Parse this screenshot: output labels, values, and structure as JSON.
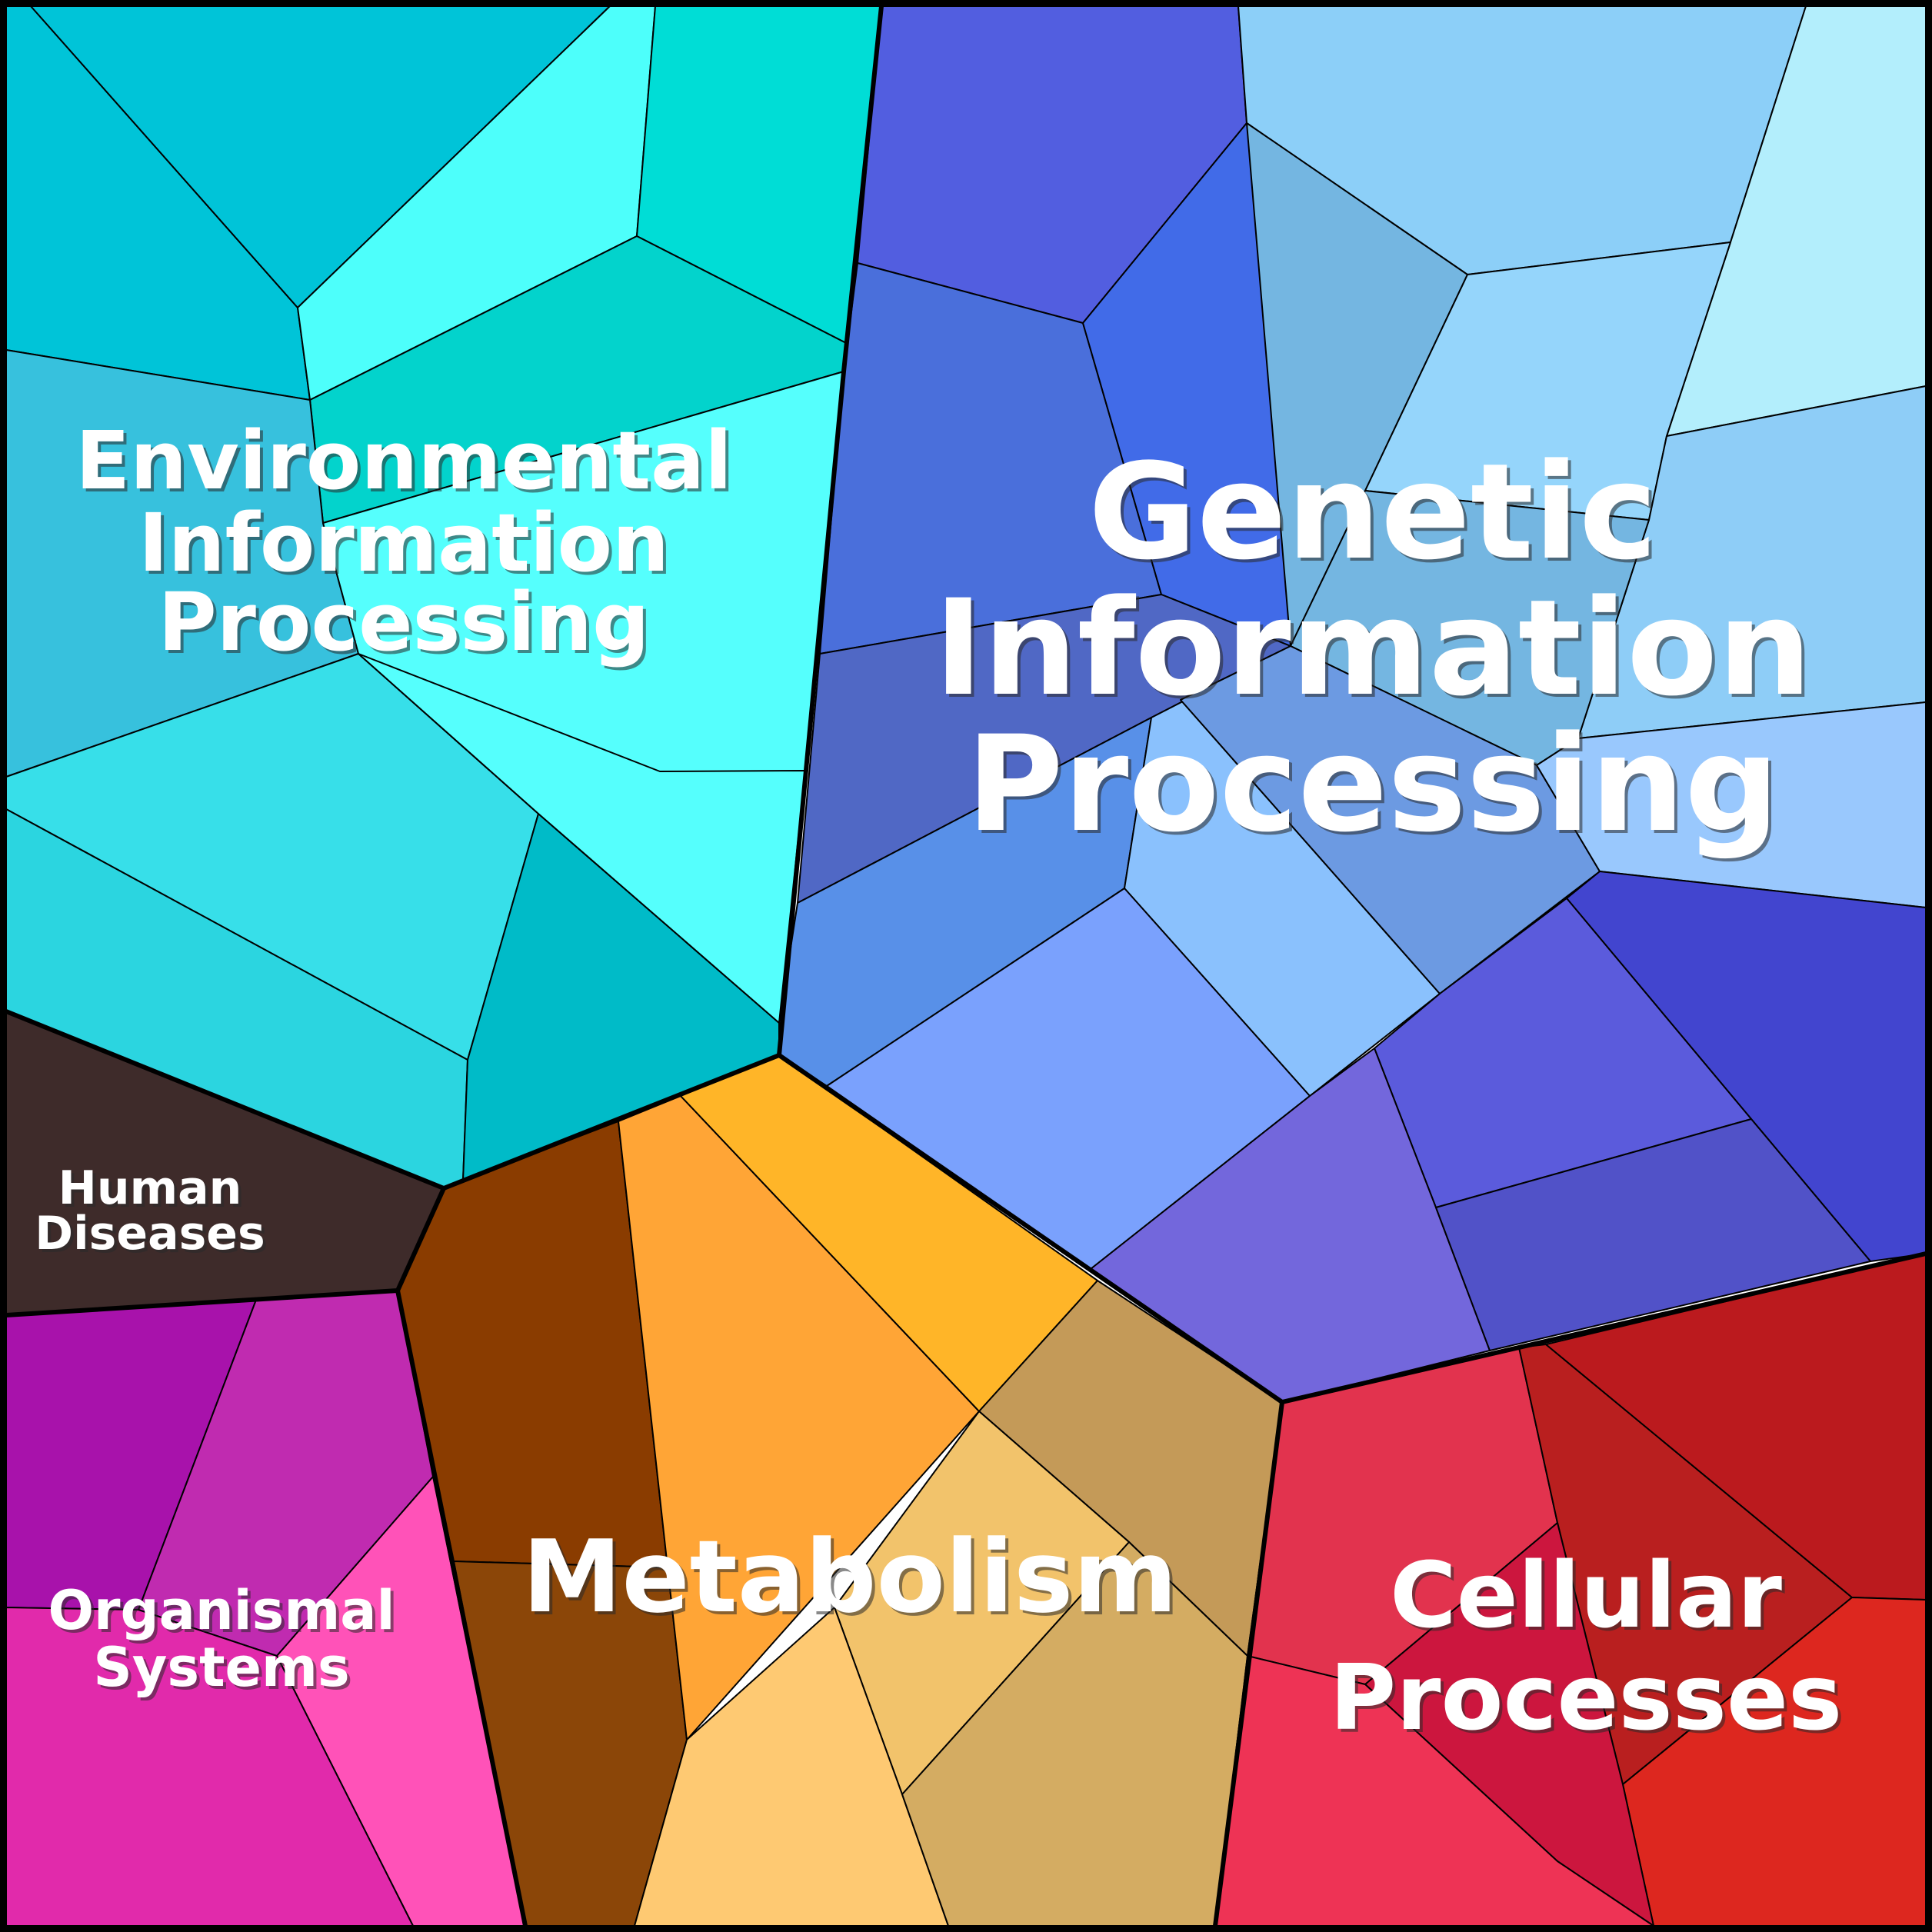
{
  "categories": [
    {
      "id": "genetic",
      "label_lines": [
        "Genetic",
        "Information",
        "Processing"
      ]
    },
    {
      "id": "environmental",
      "label_lines": [
        "Environmental",
        "Information",
        "Processing"
      ]
    },
    {
      "id": "metabolism",
      "label_lines": [
        "Metabolism"
      ]
    },
    {
      "id": "cellular",
      "label_lines": [
        "Cellular",
        "Processes"
      ]
    },
    {
      "id": "organismal",
      "label_lines": [
        "Organismal",
        "Systems"
      ]
    },
    {
      "id": "human",
      "label_lines": [
        "Human",
        "Diseases"
      ]
    }
  ],
  "palette": {
    "environmental": [
      "#00c4d8",
      "#4dfffb",
      "#00ddd6",
      "#03d3cc",
      "#37c1dd",
      "#37dfe9",
      "#2bd5e0",
      "#00bbc8",
      "#55fffd"
    ],
    "genetic": [
      "#525ee0",
      "#8ccff8",
      "#b3eefc",
      "#74b6e1",
      "#4a6fdb",
      "#416be8",
      "#95d5fb",
      "#8ecdf7",
      "#5068c5",
      "#5890e8",
      "#6c9ae2",
      "#8ac1fd",
      "#7aa1fd",
      "#99c8fd",
      "#4245cf",
      "#5b5bdc",
      "#7367dc",
      "#5152c8"
    ],
    "metabolism": [
      "#8a3c00",
      "#8b4608",
      "#ffa536",
      "#ffb528",
      "#c49a58",
      "#f2c36b",
      "#fec972",
      "#d4ac62"
    ],
    "cellular": [
      "#e2334e",
      "#b91f1f",
      "#bb1a1e",
      "#dd271f",
      "#cc163e",
      "#ee3355"
    ],
    "organismal": [
      "#a812ab",
      "#c02bb0",
      "#ff52b8",
      "#e12aab"
    ],
    "human": [
      "#3e2b2a"
    ]
  }
}
